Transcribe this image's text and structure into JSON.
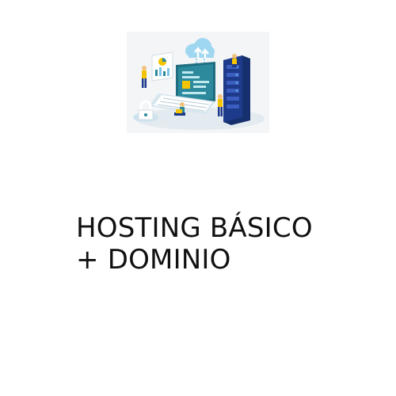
{
  "illustration": {
    "icon": "web-hosting-illustration",
    "colors": {
      "screen": "#2c8a9c",
      "server": "#1e3a8a",
      "accent": "#f5c400",
      "cloud": "#9fd6f0"
    }
  },
  "product": {
    "title_line1": "HOSTING BÁSICO",
    "title_line2": "+ DOMINIO"
  }
}
